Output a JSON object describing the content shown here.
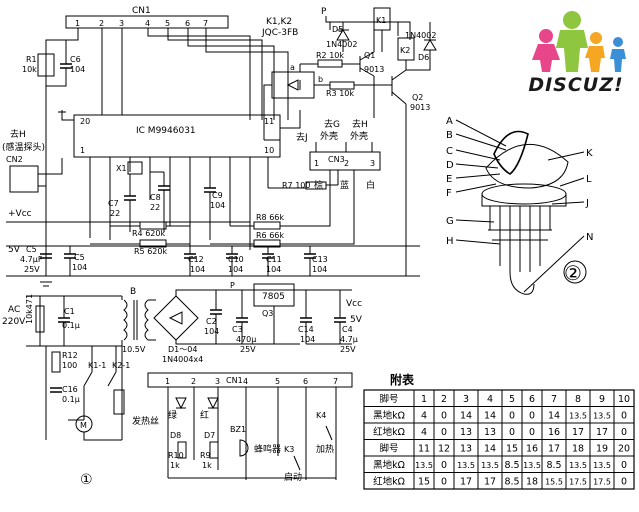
{
  "logo": {
    "text": "DISCUZ!"
  },
  "labels": {
    "cn1_top": "CN1",
    "relay_model_1": "K1,K2",
    "relay_model_2": "JQC-3FB",
    "p_top": "P",
    "d5": "D5",
    "d5_part": "1N4002",
    "k1": "K1",
    "k2": "K2",
    "d6_part": "1N4002",
    "d6": "D6",
    "r1": "R1",
    "r1_val": "10k",
    "c6": "C6",
    "c6_val": "104",
    "r2": "R2 10k",
    "q1": "Q1",
    "q1_part": "9013",
    "a_node": "a",
    "b_node": "b",
    "r3": "R3 10k",
    "q2": "Q2",
    "q2_part": "9013",
    "pin20": "20",
    "pin11": "11",
    "pin1": "1",
    "pin10": "10",
    "ic": "IC M9946031",
    "sensor_1": "去H",
    "sensor_2": "(感温探头)",
    "cn2": "CN2",
    "x1": "X1",
    "c8": "C8",
    "c8_val": "22",
    "c7": "C7",
    "c7_val": "22",
    "c9": "C9",
    "c9_val": "104",
    "r7": "R7 100",
    "to_j": "去J",
    "to_g_1": "去G",
    "to_g_2": "外壳",
    "to_h_1": "去H",
    "to_h_2": "外壳",
    "cn3": "CN3",
    "cn3_1": "1",
    "cn3_2": "2",
    "cn3_3": "3",
    "brown": "棕",
    "blue": "蓝",
    "white": "白",
    "vcc_plus": "+Vcc",
    "r8": "R8 66k",
    "r4": "R4 620k",
    "r6": "R6 66k",
    "r5": "R5 620k",
    "v5": "5V",
    "c5": "C5",
    "c5_val1": "4.7μF",
    "c5_val2": "25V",
    "c5b": "C5",
    "c5b_val": "104",
    "c12": "C12",
    "c12_val": "104",
    "c10": "C10",
    "c10_val": "104",
    "c11": "C11",
    "c11_val": "104",
    "c13": "C13",
    "c13_val": "104",
    "ac": "AC",
    "ac_v": "220V",
    "varistor": "10k471",
    "c1": "C1",
    "c1_val": "0.1μ",
    "b_tr": "B",
    "v105": "10.5V",
    "d1d4": "D1～04",
    "d1d4_part": "1N4004x4",
    "c2": "C2",
    "c2_val": "104",
    "p_mid": "P",
    "reg": "7805",
    "q3": "Q3",
    "vcc_out": "Vcc",
    "v5_out": "5V",
    "c3": "C3",
    "c3_val1": "470μ",
    "c3_val2": "25V",
    "c14": "C14",
    "c14_val": "104",
    "c4": "C4",
    "c4_val1": "4.7μ",
    "c4_val2": "25V",
    "r12": "R12",
    "r12_val": "100",
    "k1_1": "K1-1",
    "k2_1": "K2-1",
    "c16": "C16",
    "c16_val": "0.1μ",
    "motor": "M",
    "heater": "发热丝",
    "cn1_bottom": "CN1",
    "green": "绿",
    "red": "红",
    "d8": "D8",
    "d7": "D7",
    "r10": "R10",
    "r10_val": "1k",
    "r9": "R9",
    "r9_val": "1k",
    "bz1": "BZ1",
    "buzzer": "蜂鸣器",
    "k3": "K3",
    "start": "启动",
    "k4": "K4",
    "heat": "加热",
    "fig1": "①",
    "fig2": "②"
  },
  "cn1_top_pins": [
    "1",
    "2",
    "3",
    "4",
    "5",
    "6",
    "7"
  ],
  "cn1_bottom_pins": [
    "1",
    "2",
    "3",
    "4",
    "5",
    "6",
    "7"
  ],
  "part_letters_left": [
    "A",
    "B",
    "C",
    "D",
    "E",
    "F",
    "G",
    "H"
  ],
  "part_letters_right": [
    "K",
    "L",
    "J",
    "N"
  ],
  "table": {
    "title": "附表",
    "rows": [
      [
        "脚号",
        "1",
        "2",
        "3",
        "4",
        "5",
        "6",
        "7",
        "8",
        "9",
        "10"
      ],
      [
        "黑地kΩ",
        "4",
        "0",
        "14",
        "14",
        "0",
        "0",
        "14",
        "13.5",
        "13.5",
        "0"
      ],
      [
        "红地kΩ",
        "4",
        "0",
        "13",
        "13",
        "0",
        "0",
        "16",
        "17",
        "17",
        "0"
      ],
      [
        "脚号",
        "11",
        "12",
        "13",
        "14",
        "15",
        "16",
        "17",
        "18",
        "19",
        "20"
      ],
      [
        "黑地kΩ",
        "13.5",
        "0",
        "13.5",
        "13.5",
        "8.5",
        "13.5",
        "8.5",
        "13.5",
        "13.5",
        "0"
      ],
      [
        "红地kΩ",
        "15",
        "0",
        "17",
        "17",
        "8.5",
        "18",
        "15.5",
        "17.5",
        "17.5",
        "0"
      ]
    ]
  }
}
